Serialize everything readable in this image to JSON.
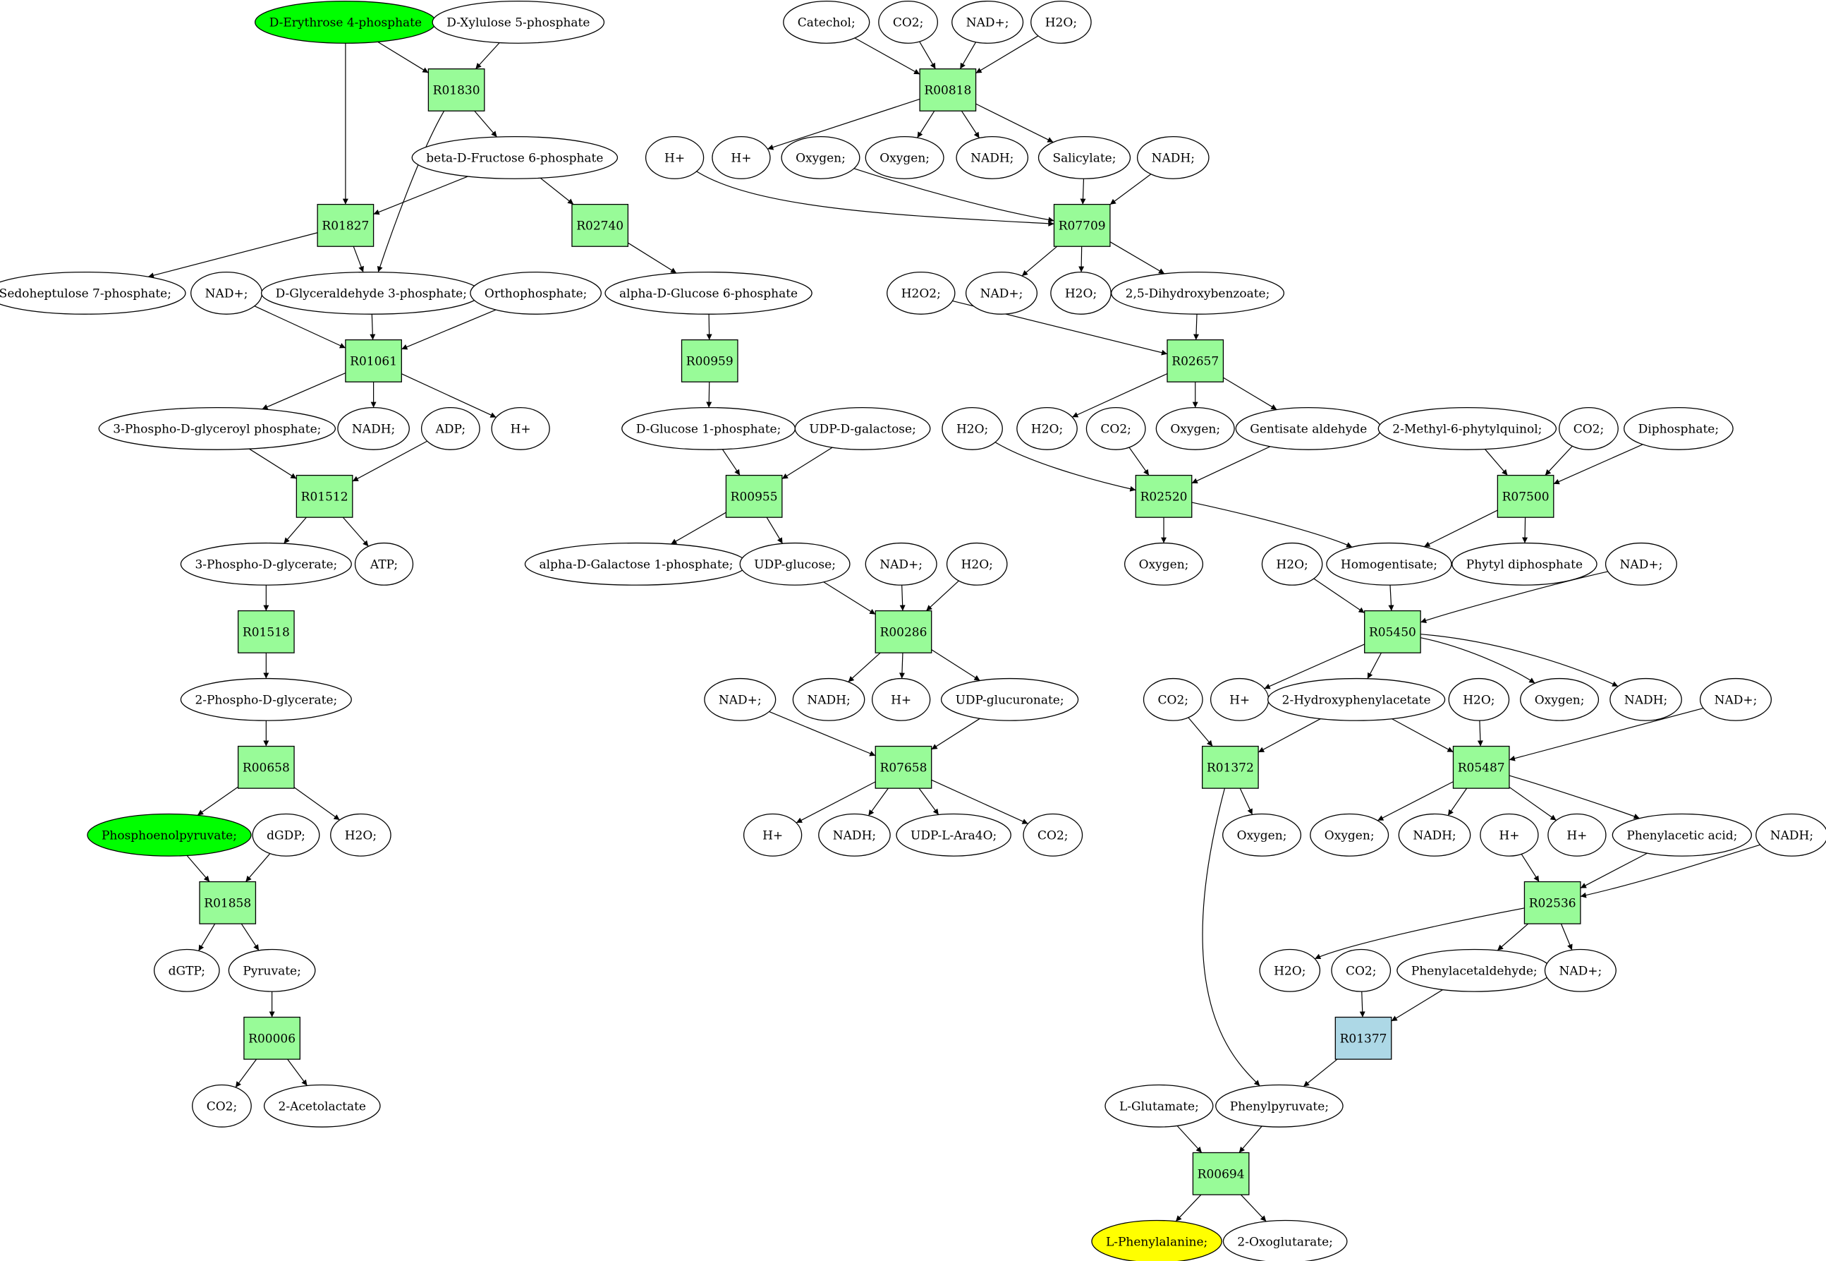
{
  "colors": {
    "background": "#ffffff",
    "reaction": "#98fb98",
    "reaction_highlight": "#add8e6",
    "start_metabolite": "#00ff00",
    "target_metabolite": "#ffff00",
    "edge": "#000000"
  },
  "reactions": [
    {
      "id": "R01830",
      "label": "R01830"
    },
    {
      "id": "R01827",
      "label": "R01827"
    },
    {
      "id": "R02740",
      "label": "R02740"
    },
    {
      "id": "R01061",
      "label": "R01061"
    },
    {
      "id": "R00959",
      "label": "R00959"
    },
    {
      "id": "R01512",
      "label": "R01512"
    },
    {
      "id": "R00955",
      "label": "R00955"
    },
    {
      "id": "R01518",
      "label": "R01518"
    },
    {
      "id": "R00658",
      "label": "R00658"
    },
    {
      "id": "R01858",
      "label": "R01858"
    },
    {
      "id": "R00006",
      "label": "R00006"
    },
    {
      "id": "R00286",
      "label": "R00286"
    },
    {
      "id": "R07658",
      "label": "R07658"
    },
    {
      "id": "R00818",
      "label": "R00818"
    },
    {
      "id": "R07709",
      "label": "R07709"
    },
    {
      "id": "R02657",
      "label": "R02657"
    },
    {
      "id": "R02520",
      "label": "R02520"
    },
    {
      "id": "R07500",
      "label": "R07500"
    },
    {
      "id": "R05450",
      "label": "R05450"
    },
    {
      "id": "R01372",
      "label": "R01372"
    },
    {
      "id": "R05487",
      "label": "R05487"
    },
    {
      "id": "R02536",
      "label": "R02536"
    },
    {
      "id": "R01377",
      "label": "R01377",
      "highlight": true
    },
    {
      "id": "R00694",
      "label": "R00694"
    }
  ],
  "metabolites": [
    {
      "id": "m_e4p",
      "label": "D-Erythrose 4-phosphate",
      "role": "start"
    },
    {
      "id": "m_xu5p",
      "label": "D-Xylulose 5-phosphate"
    },
    {
      "id": "m_f6p",
      "label": "beta-D-Fructose 6-phosphate"
    },
    {
      "id": "m_s7p",
      "label": "Sedoheptulose 7-phosphate;"
    },
    {
      "id": "m_nad_a",
      "label": "NAD+;"
    },
    {
      "id": "m_g3p",
      "label": "D-Glyceraldehyde 3-phosphate;"
    },
    {
      "id": "m_pi",
      "label": "Orthophosphate;"
    },
    {
      "id": "m_g6p",
      "label": "alpha-D-Glucose 6-phosphate"
    },
    {
      "id": "m_bpg",
      "label": "3-Phospho-D-glyceroyl phosphate;"
    },
    {
      "id": "m_nadh_a",
      "label": "NADH;"
    },
    {
      "id": "m_adp",
      "label": "ADP;"
    },
    {
      "id": "m_h_a",
      "label": "H+"
    },
    {
      "id": "m_g1p",
      "label": "D-Glucose 1-phosphate;"
    },
    {
      "id": "m_udpgal",
      "label": "UDP-D-galactose;"
    },
    {
      "id": "m_3pg",
      "label": "3-Phospho-D-glycerate;"
    },
    {
      "id": "m_atp",
      "label": "ATP;"
    },
    {
      "id": "m_gal1p",
      "label": "alpha-D-Galactose 1-phosphate;"
    },
    {
      "id": "m_udpglc",
      "label": "UDP-glucose;"
    },
    {
      "id": "m_nad_b",
      "label": "NAD+;"
    },
    {
      "id": "m_h2o_b",
      "label": "H2O;"
    },
    {
      "id": "m_2pg",
      "label": "2-Phospho-D-glycerate;"
    },
    {
      "id": "m_nad_c",
      "label": "NAD+;"
    },
    {
      "id": "m_nadh_b",
      "label": "NADH;"
    },
    {
      "id": "m_h_b",
      "label": "H+"
    },
    {
      "id": "m_udpgla",
      "label": "UDP-glucuronate;"
    },
    {
      "id": "m_pep",
      "label": "Phosphoenolpyruvate;",
      "role": "start"
    },
    {
      "id": "m_dgdp",
      "label": "dGDP;"
    },
    {
      "id": "m_h2o_a",
      "label": "H2O;"
    },
    {
      "id": "m_h_c",
      "label": "H+"
    },
    {
      "id": "m_nadh_c",
      "label": "NADH;"
    },
    {
      "id": "m_udpara",
      "label": "UDP-L-Ara4O;"
    },
    {
      "id": "m_co2_b",
      "label": "CO2;"
    },
    {
      "id": "m_dgtp",
      "label": "dGTP;"
    },
    {
      "id": "m_pyr",
      "label": "Pyruvate;"
    },
    {
      "id": "m_co2_a",
      "label": "CO2;"
    },
    {
      "id": "m_acl",
      "label": "2-Acetolactate"
    },
    {
      "id": "m_catechol",
      "label": "Catechol;"
    },
    {
      "id": "m_co2_c",
      "label": "CO2;"
    },
    {
      "id": "m_nad_d",
      "label": "NAD+;"
    },
    {
      "id": "m_h2o_c",
      "label": "H2O;"
    },
    {
      "id": "m_h_d",
      "label": "H+"
    },
    {
      "id": "m_h_e",
      "label": "H+"
    },
    {
      "id": "m_o2_a",
      "label": "Oxygen;"
    },
    {
      "id": "m_o2_b",
      "label": "Oxygen;"
    },
    {
      "id": "m_nadh_d",
      "label": "NADH;"
    },
    {
      "id": "m_sal",
      "label": "Salicylate;"
    },
    {
      "id": "m_nadh_e",
      "label": "NADH;"
    },
    {
      "id": "m_nad_e",
      "label": "NAD+;"
    },
    {
      "id": "m_h2o_d",
      "label": "H2O;"
    },
    {
      "id": "m_dhb",
      "label": "2,5-Dihydroxybenzoate;"
    },
    {
      "id": "m_h2o2",
      "label": "H2O2;"
    },
    {
      "id": "m_h2o_e",
      "label": "H2O;"
    },
    {
      "id": "m_h2o_f",
      "label": "H2O;"
    },
    {
      "id": "m_co2_d",
      "label": "CO2;"
    },
    {
      "id": "m_o2_c",
      "label": "Oxygen;"
    },
    {
      "id": "m_gald",
      "label": "Gentisate aldehyde"
    },
    {
      "id": "m_mpq",
      "label": "2-Methyl-6-phytylquinol;"
    },
    {
      "id": "m_co2_e",
      "label": "CO2;"
    },
    {
      "id": "m_ppi",
      "label": "Diphosphate;"
    },
    {
      "id": "m_o2_d",
      "label": "Oxygen;"
    },
    {
      "id": "m_hga",
      "label": "Homogentisate;"
    },
    {
      "id": "m_phpp",
      "label": "Phytyl diphosphate"
    },
    {
      "id": "m_h2o_g",
      "label": "H2O;"
    },
    {
      "id": "m_nad_f",
      "label": "NAD+;"
    },
    {
      "id": "m_co2_f",
      "label": "CO2;"
    },
    {
      "id": "m_h_f",
      "label": "H+"
    },
    {
      "id": "m_2hpa",
      "label": "2-Hydroxyphenylacetate"
    },
    {
      "id": "m_h2o_h",
      "label": "H2O;"
    },
    {
      "id": "m_o2_e",
      "label": "Oxygen;"
    },
    {
      "id": "m_nadh_f",
      "label": "NADH;"
    },
    {
      "id": "m_nad_g",
      "label": "NAD+;"
    },
    {
      "id": "m_o2_f",
      "label": "Oxygen;"
    },
    {
      "id": "m_o2_g",
      "label": "Oxygen;"
    },
    {
      "id": "m_nadh_g",
      "label": "NADH;"
    },
    {
      "id": "m_h_g",
      "label": "H+"
    },
    {
      "id": "m_h_h",
      "label": "H+"
    },
    {
      "id": "m_paa",
      "label": "Phenylacetic acid;"
    },
    {
      "id": "m_nadh_h",
      "label": "NADH;"
    },
    {
      "id": "m_h2o_i",
      "label": "H2O;"
    },
    {
      "id": "m_co2_g",
      "label": "CO2;"
    },
    {
      "id": "m_pacald",
      "label": "Phenylacetaldehyde;"
    },
    {
      "id": "m_nad_h",
      "label": "NAD+;"
    },
    {
      "id": "m_glu",
      "label": "L-Glutamate;"
    },
    {
      "id": "m_ppyr",
      "label": "Phenylpyruvate;"
    },
    {
      "id": "m_phe",
      "label": "L-Phenylalanine;",
      "role": "target"
    },
    {
      "id": "m_akg",
      "label": "2-Oxoglutarate;"
    }
  ],
  "edges": [
    [
      "m_e4p",
      "R01830"
    ],
    [
      "m_xu5p",
      "R01830"
    ],
    [
      "R01830",
      "m_f6p"
    ],
    [
      "R01830",
      "m_g3p"
    ],
    [
      "m_e4p",
      "R01827"
    ],
    [
      "m_f6p",
      "R01827"
    ],
    [
      "R01827",
      "m_s7p"
    ],
    [
      "R01827",
      "m_g3p"
    ],
    [
      "m_f6p",
      "R02740"
    ],
    [
      "R02740",
      "m_g6p"
    ],
    [
      "m_nad_a",
      "R01061"
    ],
    [
      "m_g3p",
      "R01061"
    ],
    [
      "m_pi",
      "R01061"
    ],
    [
      "R01061",
      "m_bpg"
    ],
    [
      "R01061",
      "m_nadh_a"
    ],
    [
      "R01061",
      "m_h_a"
    ],
    [
      "m_g6p",
      "R00959"
    ],
    [
      "R00959",
      "m_g1p"
    ],
    [
      "m_bpg",
      "R01512"
    ],
    [
      "m_adp",
      "R01512"
    ],
    [
      "R01512",
      "m_3pg"
    ],
    [
      "R01512",
      "m_atp"
    ],
    [
      "m_g1p",
      "R00955"
    ],
    [
      "m_udpgal",
      "R00955"
    ],
    [
      "R00955",
      "m_gal1p"
    ],
    [
      "R00955",
      "m_udpglc"
    ],
    [
      "m_3pg",
      "R01518"
    ],
    [
      "R01518",
      "m_2pg"
    ],
    [
      "m_2pg",
      "R00658"
    ],
    [
      "R00658",
      "m_pep"
    ],
    [
      "R00658",
      "m_h2o_a"
    ],
    [
      "m_pep",
      "R01858"
    ],
    [
      "m_dgdp",
      "R01858"
    ],
    [
      "R01858",
      "m_dgtp"
    ],
    [
      "R01858",
      "m_pyr"
    ],
    [
      "m_pyr",
      "R00006"
    ],
    [
      "R00006",
      "m_co2_a"
    ],
    [
      "R00006",
      "m_acl"
    ],
    [
      "m_udpglc",
      "R00286"
    ],
    [
      "m_nad_b",
      "R00286"
    ],
    [
      "m_h2o_b",
      "R00286"
    ],
    [
      "R00286",
      "m_nadh_b"
    ],
    [
      "R00286",
      "m_h_b"
    ],
    [
      "R00286",
      "m_udpgla"
    ],
    [
      "m_nad_c",
      "R07658"
    ],
    [
      "m_udpgla",
      "R07658"
    ],
    [
      "R07658",
      "m_h_c"
    ],
    [
      "R07658",
      "m_nadh_c"
    ],
    [
      "R07658",
      "m_udpara"
    ],
    [
      "R07658",
      "m_co2_b"
    ],
    [
      "m_catechol",
      "R00818"
    ],
    [
      "m_co2_c",
      "R00818"
    ],
    [
      "m_nad_d",
      "R00818"
    ],
    [
      "m_h2o_c",
      "R00818"
    ],
    [
      "R00818",
      "m_h_e"
    ],
    [
      "R00818",
      "m_o2_b"
    ],
    [
      "R00818",
      "m_nadh_d"
    ],
    [
      "R00818",
      "m_sal"
    ],
    [
      "m_h_d",
      "R07709"
    ],
    [
      "m_o2_a",
      "R07709"
    ],
    [
      "m_sal",
      "R07709"
    ],
    [
      "m_nadh_e",
      "R07709"
    ],
    [
      "R07709",
      "m_nad_e"
    ],
    [
      "R07709",
      "m_h2o_d"
    ],
    [
      "R07709",
      "m_dhb"
    ],
    [
      "m_h2o2",
      "R02657"
    ],
    [
      "m_dhb",
      "R02657"
    ],
    [
      "R02657",
      "m_h2o_e"
    ],
    [
      "R02657",
      "m_o2_c"
    ],
    [
      "R02657",
      "m_gald"
    ],
    [
      "m_h2o_f",
      "R02520"
    ],
    [
      "m_co2_d",
      "R02520"
    ],
    [
      "m_gald",
      "R02520"
    ],
    [
      "R02520",
      "m_o2_d"
    ],
    [
      "R02520",
      "m_hga"
    ],
    [
      "m_mpq",
      "R07500"
    ],
    [
      "m_co2_e",
      "R07500"
    ],
    [
      "m_ppi",
      "R07500"
    ],
    [
      "R07500",
      "m_hga"
    ],
    [
      "R07500",
      "m_phpp"
    ],
    [
      "m_h2o_g",
      "R05450"
    ],
    [
      "m_hga",
      "R05450"
    ],
    [
      "m_nad_f",
      "R05450"
    ],
    [
      "R05450",
      "m_h_f"
    ],
    [
      "R05450",
      "m_2hpa"
    ],
    [
      "R05450",
      "m_o2_e"
    ],
    [
      "R05450",
      "m_nadh_f"
    ],
    [
      "m_co2_f",
      "R01372"
    ],
    [
      "m_2hpa",
      "R01372"
    ],
    [
      "R01372",
      "m_o2_f"
    ],
    [
      "R01372",
      "m_ppyr"
    ],
    [
      "m_2hpa",
      "R05487"
    ],
    [
      "m_h2o_h",
      "R05487"
    ],
    [
      "m_nad_g",
      "R05487"
    ],
    [
      "R05487",
      "m_o2_g"
    ],
    [
      "R05487",
      "m_nadh_g"
    ],
    [
      "R05487",
      "m_h_h"
    ],
    [
      "R05487",
      "m_paa"
    ],
    [
      "m_h_g",
      "R02536"
    ],
    [
      "m_paa",
      "R02536"
    ],
    [
      "m_nadh_h",
      "R02536"
    ],
    [
      "R02536",
      "m_h2o_i"
    ],
    [
      "R02536",
      "m_pacald"
    ],
    [
      "R02536",
      "m_nad_h"
    ],
    [
      "m_co2_g",
      "R01377"
    ],
    [
      "m_pacald",
      "R01377"
    ],
    [
      "R01377",
      "m_ppyr"
    ],
    [
      "m_glu",
      "R00694"
    ],
    [
      "m_ppyr",
      "R00694"
    ],
    [
      "R00694",
      "m_phe"
    ],
    [
      "R00694",
      "m_akg"
    ]
  ]
}
